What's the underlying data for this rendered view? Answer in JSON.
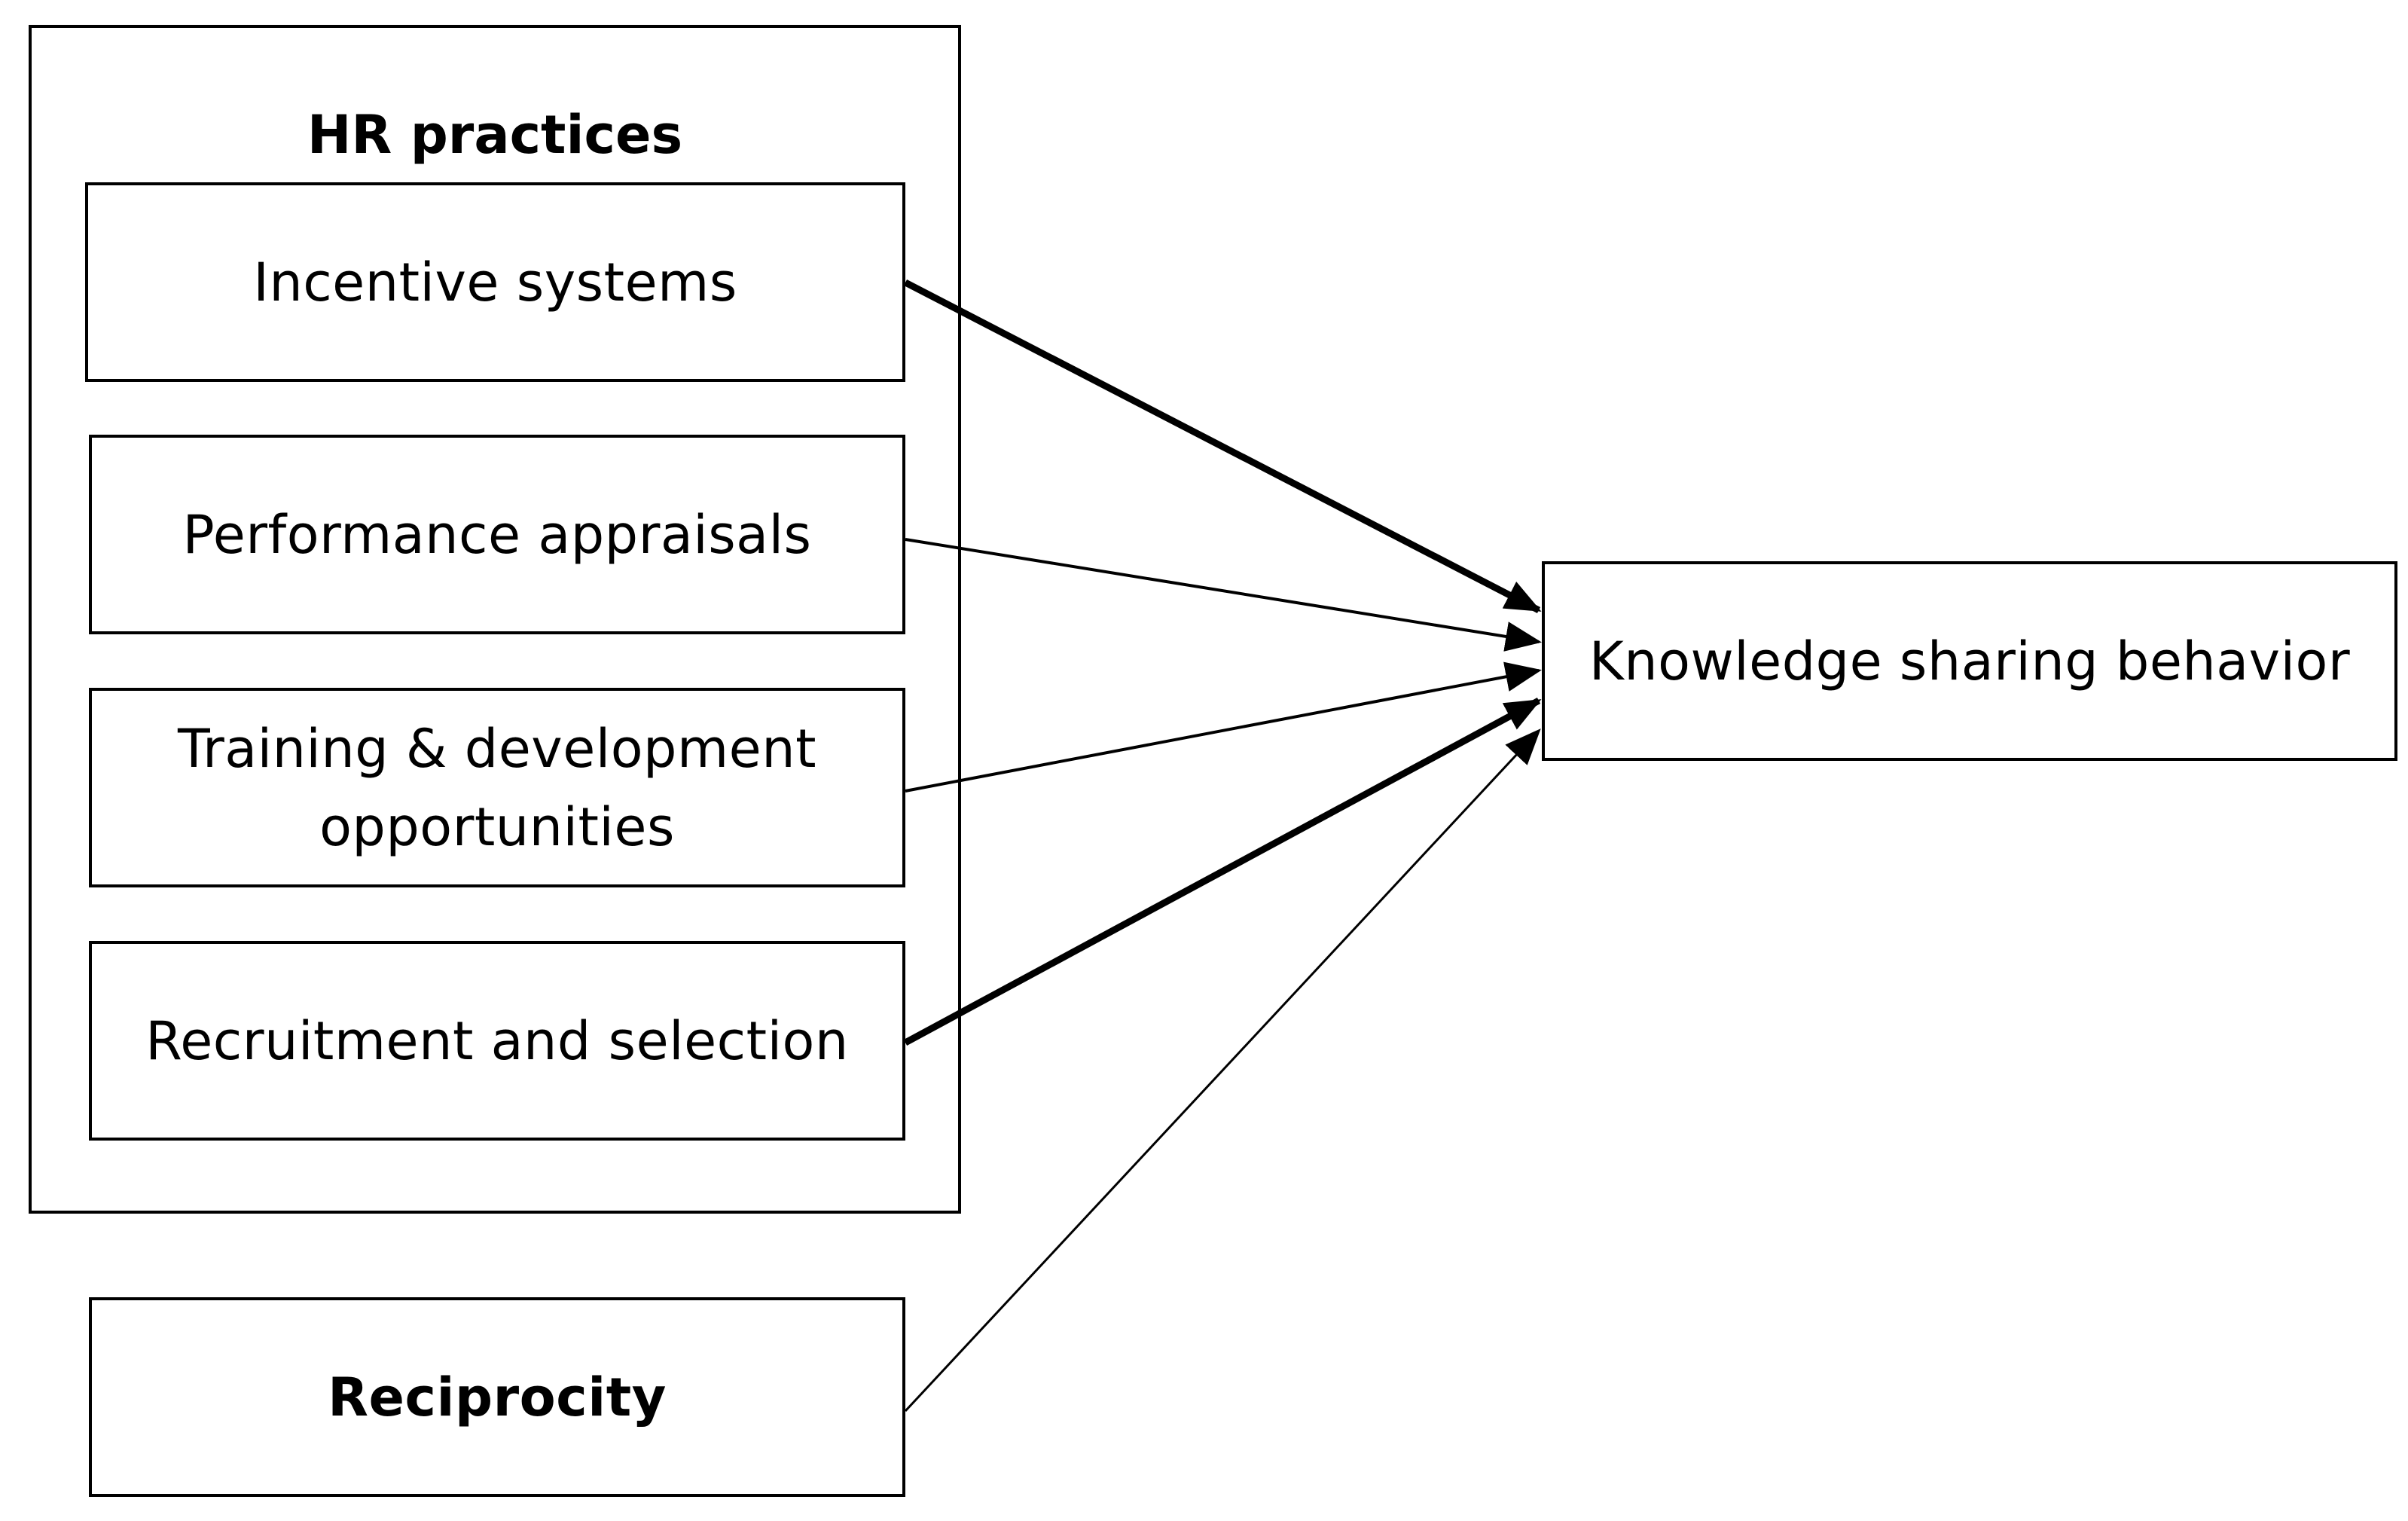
{
  "group": {
    "title": "HR practices"
  },
  "nodes": {
    "incentive": "Incentive systems",
    "performance": "Performance appraisals",
    "training": "Training & development opportunities",
    "recruitment": "Recruitment and selection",
    "reciprocity": "Reciprocity",
    "knowledge": "Knowledge sharing behavior"
  },
  "edges": [
    {
      "from": "incentive",
      "to": "knowledge",
      "weight": "thick"
    },
    {
      "from": "performance",
      "to": "knowledge",
      "weight": "thin"
    },
    {
      "from": "training",
      "to": "knowledge",
      "weight": "thin"
    },
    {
      "from": "recruitment",
      "to": "knowledge",
      "weight": "thick"
    },
    {
      "from": "reciprocity",
      "to": "knowledge",
      "weight": "thin"
    }
  ],
  "colors": {
    "line": "#000000",
    "background": "#ffffff"
  }
}
